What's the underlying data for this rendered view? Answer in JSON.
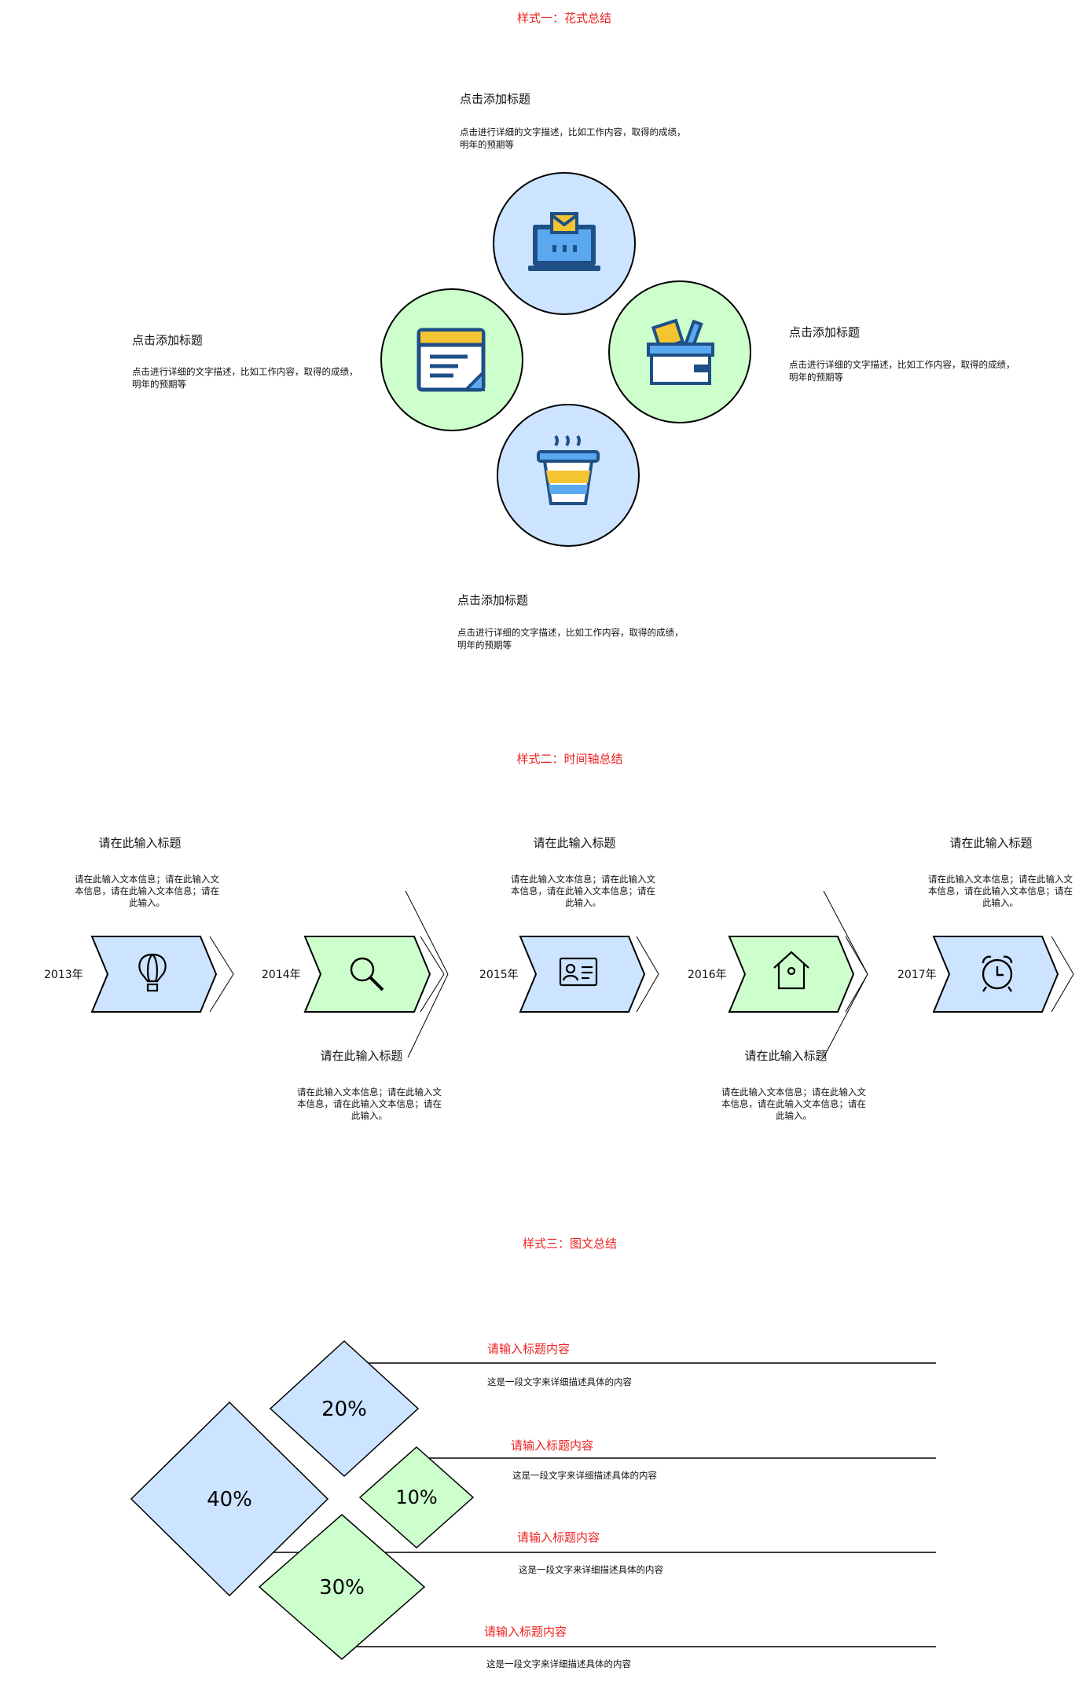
{
  "section1": {
    "heading": "样式一：花式总结",
    "items": [
      {
        "title": "点击添加标题",
        "desc": "点击进行详细的文字描述，比如工作内容，取得的成绩，明年的预期等"
      },
      {
        "title": "点击添加标题",
        "desc": "点击进行详细的文字描述，比如工作内容，取得的成绩，明年的预期等"
      },
      {
        "title": "点击添加标题",
        "desc": "点击进行详细的文字描述，比如工作内容，取得的成绩，明年的预期等"
      },
      {
        "title": "点击添加标题",
        "desc": "点击进行详细的文字描述，比如工作内容，取得的成绩，明年的预期等"
      }
    ]
  },
  "section2": {
    "heading": "样式二：时间轴总结",
    "steps": [
      {
        "year": "2013年",
        "title": "请在此输入标题",
        "desc": "请在此输入文本信息；请在此输入文本信息，请在此输入文本信息；请在此输入。",
        "icon": "hot-air-balloon-icon"
      },
      {
        "year": "2014年",
        "title": "请在此输入标题",
        "desc": "请在此输入文本信息；请在此输入文本信息，请在此输入文本信息；请在此输入。",
        "icon": "magnifier-icon"
      },
      {
        "year": "2015年",
        "title": "请在此输入标题",
        "desc": "请在此输入文本信息；请在此输入文本信息，请在此输入文本信息；请在此输入。",
        "icon": "id-card-icon"
      },
      {
        "year": "2016年",
        "title": "请在此输入标题",
        "desc": "请在此输入文本信息；请在此输入文本信息，请在此输入文本信息；请在此输入。",
        "icon": "house-icon"
      },
      {
        "year": "2017年",
        "title": "请在此输入标题",
        "desc": "请在此输入文本信息；请在此输入文本信息，请在此输入文本信息；请在此输入。",
        "icon": "alarm-clock-icon"
      }
    ]
  },
  "section3": {
    "heading": "样式三：图文总结",
    "diamonds": [
      {
        "label": "40%"
      },
      {
        "label": "20%"
      },
      {
        "label": "10%"
      },
      {
        "label": "30%"
      }
    ],
    "rows": [
      {
        "title": "请输入标题内容",
        "desc": "这是一段文字来详细描述具体的内容"
      },
      {
        "title": "请输入标题内容",
        "desc": "这是一段文字来详细描述具体的内容"
      },
      {
        "title": "请输入标题内容",
        "desc": "这是一段文字来详细描述具体的内容"
      },
      {
        "title": "请输入标题内容",
        "desc": "这是一段文字来详细描述具体的内容"
      }
    ]
  },
  "colors": {
    "blue": "#cce4ff",
    "green": "#ccffcc",
    "red": "#ee2222",
    "stroke": "#000000"
  }
}
